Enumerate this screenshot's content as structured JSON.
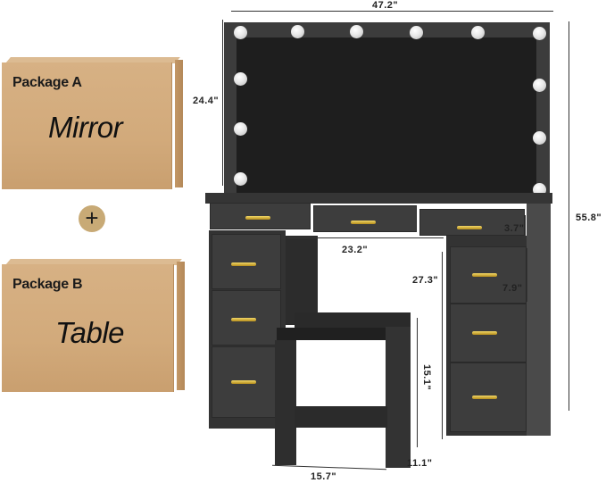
{
  "packages": [
    {
      "label": "Package A",
      "content": "Mirror"
    },
    {
      "label": "Package B",
      "content": "Table"
    }
  ],
  "plus_symbol": "+",
  "dimensions": {
    "mirror_width": "47.2\"",
    "mirror_height": "24.4\"",
    "total_height": "55.8\"",
    "top_drawer_height": "3.7\"",
    "knee_space_width": "23.2\"",
    "knee_space_height": "27.3\"",
    "side_drawer_height": "7.9\"",
    "stool_height": "15.1\"",
    "stool_width": "15.7\"",
    "stool_depth": "11.1\""
  },
  "colors": {
    "box": "#d2aa7b",
    "plus_circle": "#c8aa76",
    "furniture": "#3a3a3a",
    "handle": "#d9b43a",
    "bulb": "#eeeeee"
  }
}
